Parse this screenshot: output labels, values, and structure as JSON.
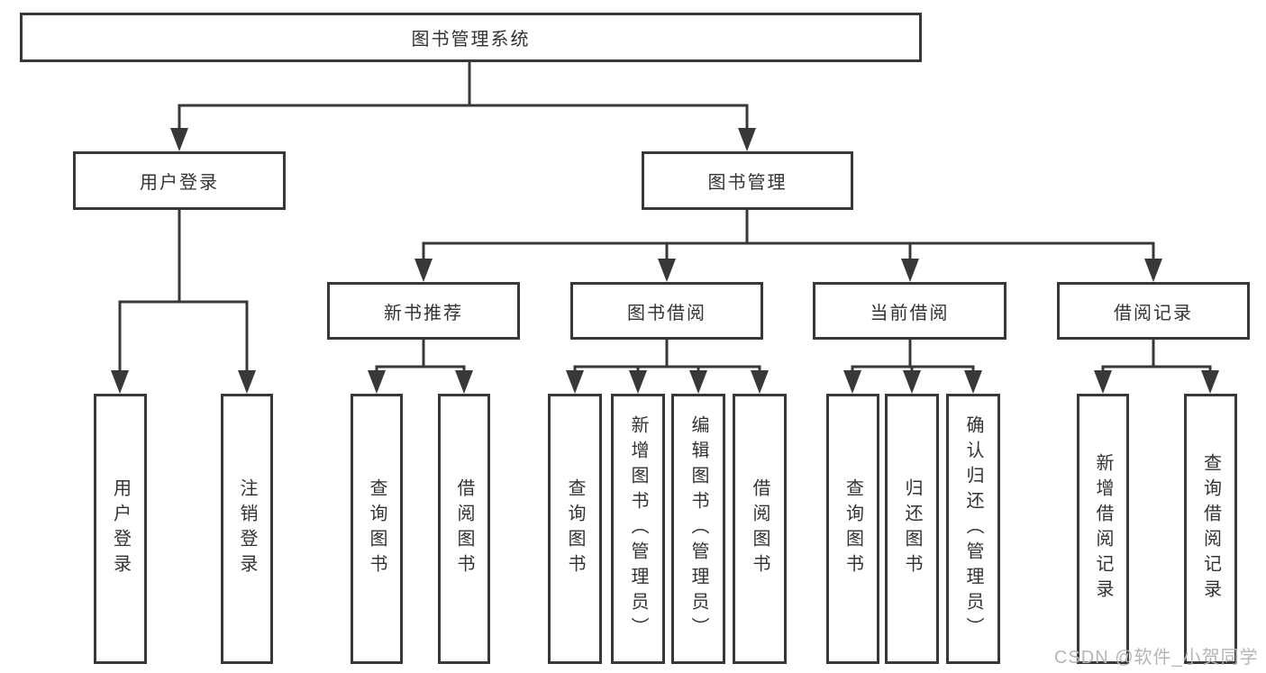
{
  "tree": {
    "label": "图书管理系统",
    "children": [
      {
        "label": "用户登录",
        "children": [
          {
            "label": "用户登录"
          },
          {
            "label": "注销登录"
          }
        ]
      },
      {
        "label": "图书管理",
        "children": [
          {
            "label": "新书推荐",
            "children": [
              {
                "label": "查询图书"
              },
              {
                "label": "借阅图书"
              }
            ]
          },
          {
            "label": "图书借阅",
            "children": [
              {
                "label": "查询图书"
              },
              {
                "label": "新增图书（管理员）"
              },
              {
                "label": "编辑图书（管理员）"
              },
              {
                "label": "借阅图书"
              }
            ]
          },
          {
            "label": "当前借阅",
            "children": [
              {
                "label": "查询图书"
              },
              {
                "label": "归还图书"
              },
              {
                "label": "确认归还（管理员）"
              }
            ]
          },
          {
            "label": "借阅记录",
            "children": [
              {
                "label": "新增借阅记录"
              },
              {
                "label": "查询借阅记录"
              }
            ]
          }
        ]
      }
    ]
  },
  "watermark": "CSDN @软件_小贺同学",
  "colors": {
    "line": "#383838",
    "box_border": "#383838",
    "box_fill": "#ffffff",
    "text": "#333333",
    "watermark": "#b5b5b5",
    "background": "#ffffff"
  }
}
